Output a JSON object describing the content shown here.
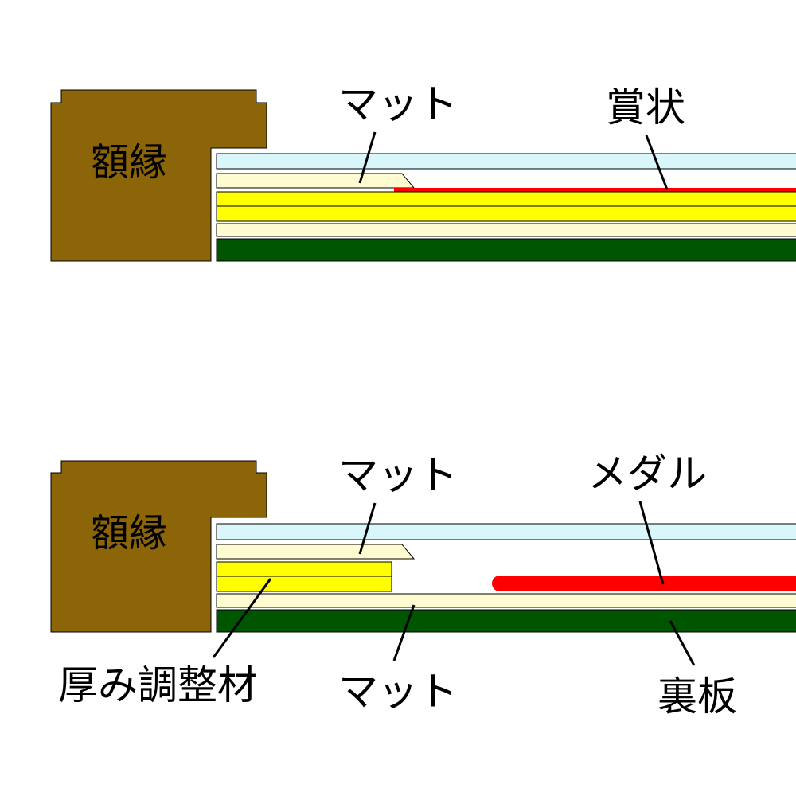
{
  "colors": {
    "frame": "#8b6508",
    "glass": "#d9f7fb",
    "mat": "#fffbd0",
    "yellow": "#ffff00",
    "red": "#ff0000",
    "backboard": "#005500",
    "line": "#000000"
  },
  "top": {
    "frame_label": "額縁",
    "mat_label": "マット",
    "item_label": "賞状"
  },
  "bottom": {
    "frame_label": "額縁",
    "mat_top_label": "マット",
    "item_label": "メダル",
    "spacer_label": "厚み調整材",
    "mat_bottom_label": "マット",
    "backboard_label": "裏板"
  }
}
